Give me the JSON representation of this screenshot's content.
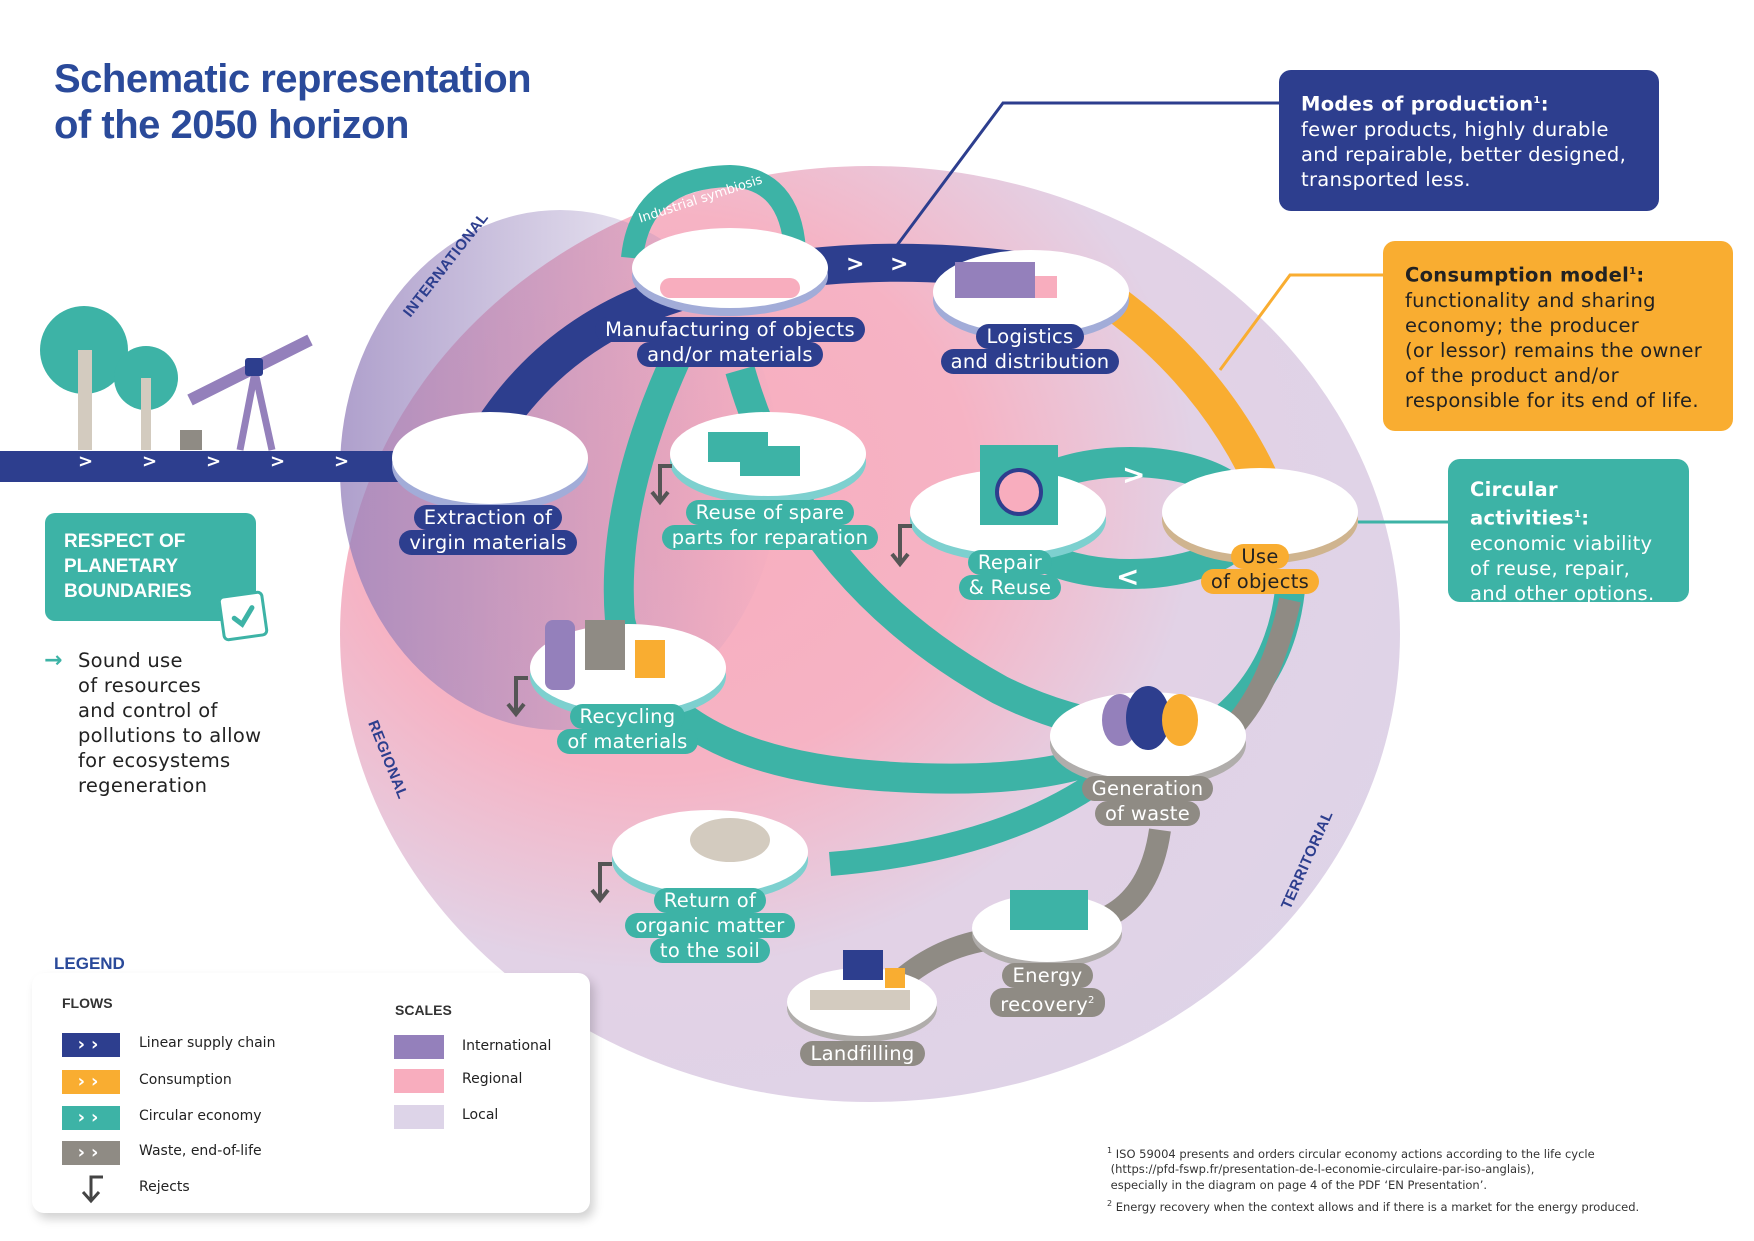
{
  "title": {
    "line1": "Schematic representation",
    "line2": "of the 2050 horizon"
  },
  "info_boxes": {
    "modes": {
      "heading": "Modes of production",
      "sup": "1",
      "colon": ":",
      "lines": [
        "fewer products, highly durable",
        "and repairable, better designed,",
        "transported less."
      ],
      "color": "#2d3e8e"
    },
    "consumption": {
      "heading": "Consumption model",
      "sup": "1",
      "colon": ":",
      "lines": [
        "functionality and sharing",
        "economy; the producer",
        "(or lessor) remains the owner",
        "of the product and/or",
        "responsible for its end of life."
      ],
      "color": "#f9ad31"
    },
    "circular": {
      "heading": "Circular activities",
      "sup": "1",
      "colon": ":",
      "lines": [
        "economic viability",
        "of reuse, repair,",
        "and other options."
      ],
      "color": "#3db3a6"
    }
  },
  "respect": {
    "lines": [
      "RESPECT OF",
      "PLANETARY",
      "BOUNDARIES"
    ],
    "check_icon": "checkmark-icon",
    "arrow_icon": "arrow-right-icon",
    "text_lines": [
      "Sound use",
      "of resources",
      "and control of",
      "pollutions to allow",
      "for ecosystems",
      "regeneration"
    ]
  },
  "scales_labels": {
    "international": "INTERNATIONAL",
    "regional": "REGIONAL",
    "territorial": "TERRITORIAL"
  },
  "stages": {
    "extraction": [
      "Extraction of",
      "virgin materials"
    ],
    "manufacturing": [
      "Manufacturing of objects",
      "and/or materials"
    ],
    "industrial_symbiosis": "Industrial symbiosis",
    "logistics": [
      "Logistics",
      "and distribution"
    ],
    "reuse_spare": [
      "Reuse of spare",
      "parts for reparation"
    ],
    "repair": [
      "Repair",
      "& Reuse"
    ],
    "use": [
      "Use",
      "of objects"
    ],
    "recycling": [
      "Recycling",
      "of materials"
    ],
    "waste": [
      "Generation",
      "of waste"
    ],
    "organic": [
      "Return of",
      "organic matter",
      "to the soil"
    ],
    "energy": [
      "Energy",
      "recovery"
    ],
    "energy_sup": "2",
    "landfill": [
      "Landfilling"
    ]
  },
  "colors": {
    "linear": "#2d3e8e",
    "consumption": "#f9ad31",
    "circular": "#3db3a6",
    "waste": "#8f8b84",
    "international": "#9480bb",
    "regional": "#f8adbe",
    "local": "#ddd4e8"
  },
  "legend": {
    "title": "LEGEND",
    "flows_title": "FLOWS",
    "flows": [
      {
        "label": "Linear supply chain",
        "color": "#2d3e8e"
      },
      {
        "label": "Consumption",
        "color": "#f9ad31"
      },
      {
        "label": "Circular economy",
        "color": "#3db3a6"
      },
      {
        "label": "Waste, end-of-life",
        "color": "#8f8b84"
      },
      {
        "label": "Rejects",
        "icon": "reject-arrow-icon"
      }
    ],
    "scales_title": "SCALES",
    "scales": [
      {
        "label": "International",
        "color": "#9480bb"
      },
      {
        "label": "Regional",
        "color": "#f8adbe"
      },
      {
        "label": "Local",
        "color": "#ddd4e8"
      }
    ]
  },
  "footnotes": {
    "f1_marker": "1",
    "f1_lines": [
      "ISO 59004 presents and orders circular economy actions according to the life cycle",
      "(https://pfd-fswp.fr/presentation-de-l-economie-circulaire-par-iso-anglais),",
      "especially in the diagram on page 4 of the PDF ‘EN Presentation’."
    ],
    "f2_marker": "2",
    "f2": "Energy recovery when the context allows and if there is a market for the energy produced."
  }
}
